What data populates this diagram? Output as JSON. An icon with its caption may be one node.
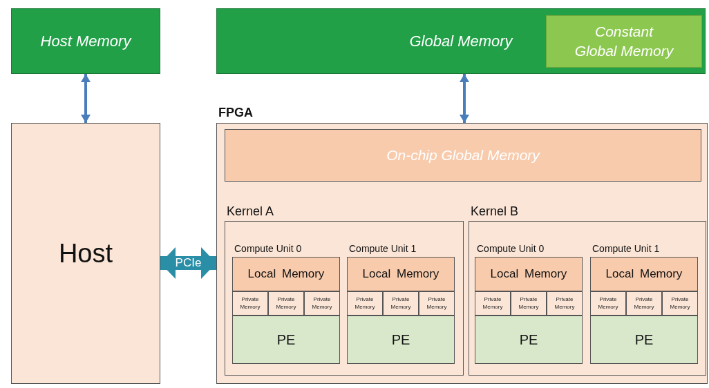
{
  "diagram": {
    "nodes": [
      {
        "text": [
          "Host Memory"
        ]
      },
      {
        "text": [
          "Global Memory"
        ]
      },
      {
        "text": [
          "Constant Global Memory"
        ],
        "in": 1
      },
      {
        "text": [
          "Host"
        ]
      },
      {
        "text": [
          "FPGA"
        ]
      },
      {
        "text": [
          "On-chip Global Memory"
        ],
        "in": 4
      },
      {
        "text": [
          "Kernel A"
        ],
        "in": 4
      },
      {
        "text": [
          "Compute Unit 0"
        ],
        "in": 6
      },
      {
        "text": [
          "Local Memory"
        ],
        "in": 7
      },
      {
        "text": [
          "Private Memory"
        ],
        "in": 7
      },
      {
        "text": [
          "Private Memory"
        ],
        "in": 7
      },
      {
        "text": [
          "Private Memory"
        ],
        "in": 7
      },
      {
        "text": [
          "PE"
        ],
        "in": 7
      },
      {
        "text": [
          "Compute Unit 1"
        ],
        "in": 6
      },
      {
        "text": [
          "Local Memory"
        ],
        "in": 13
      },
      {
        "text": [
          "Private Memory"
        ],
        "in": 13
      },
      {
        "text": [
          "Private Memory"
        ],
        "in": 13
      },
      {
        "text": [
          "Private Memory"
        ],
        "in": 13
      },
      {
        "text": [
          "PE"
        ],
        "in": 13
      },
      {
        "text": [
          "Kernel B"
        ],
        "in": 4
      },
      {
        "text": [
          "Compute Unit 0"
        ],
        "in": 19
      },
      {
        "text": [
          "Local Memory"
        ],
        "in": 20
      },
      {
        "text": [
          "Private Memory"
        ],
        "in": 20
      },
      {
        "text": [
          "Private Memory"
        ],
        "in": 20
      },
      {
        "text": [
          "Private Memory"
        ],
        "in": 20
      },
      {
        "text": [
          "PE"
        ],
        "in": 20
      },
      {
        "text": [
          "Compute Unit 1"
        ],
        "in": 19
      },
      {
        "text": [
          "Local Memory"
        ],
        "in": 26
      },
      {
        "text": [
          "Private Memory"
        ],
        "in": 26
      },
      {
        "text": [
          "Private Memory"
        ],
        "in": 26
      },
      {
        "text": [
          "Private Memory"
        ],
        "in": 26
      },
      {
        "text": [
          "PE"
        ],
        "in": 26
      }
    ],
    "edges": [
      {
        "from": 0,
        "to": 3,
        "arrow": "both"
      },
      {
        "from": 1,
        "to": 4,
        "arrow": "both"
      },
      {
        "from": 3,
        "to": 4,
        "arrow": "both",
        "label": "PCIe",
        "style": "thick",
        "color": "#2a8fa6"
      }
    ]
  }
}
